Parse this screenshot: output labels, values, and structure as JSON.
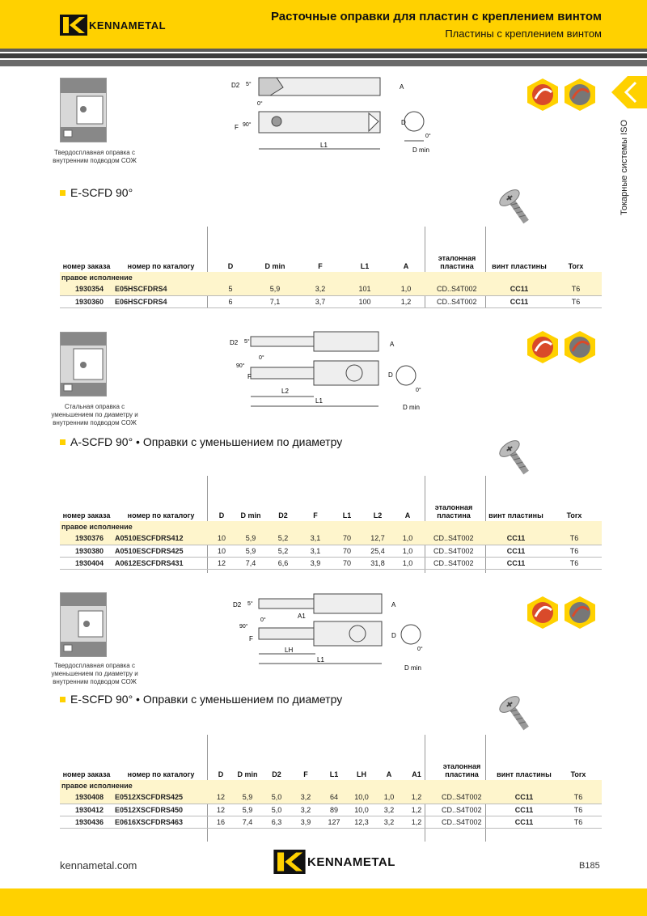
{
  "header": {
    "brand": "KENNAMETAL",
    "title": "Расточные оправки для пластин с креплением винтом",
    "subtitle": "Пластины с креплением винтом"
  },
  "side_label": "Токарные системы ISO",
  "colors": {
    "accent": "#FFD100",
    "highlight_row": "#FEF5CC"
  },
  "sections": [
    {
      "thumb_caption": "Твердосплавная оправка с внутренним подводом СОЖ",
      "title": "E-SCFD 90°",
      "drawing_labels": {
        "D2": "D2",
        "angle5": "5°",
        "A": "A",
        "F": "F",
        "angle90": "90°",
        "angle0": "0°",
        "L1": "L1",
        "D": "D",
        "Dmin": "D min",
        "angle0b": "0°"
      },
      "headers": [
        "номер заказа",
        "номер по каталогу",
        "D",
        "D min",
        "F",
        "L1",
        "A",
        "эталонная пластина",
        "винт пластины",
        "Torx"
      ],
      "group": "правое исполнение",
      "rows": [
        [
          "1930354",
          "E05HSCFDRS4",
          "5",
          "5,9",
          "3,2",
          "101",
          "1,0",
          "CD..S4T002",
          "CC11",
          "T6"
        ],
        [
          "1930360",
          "E06HSCFDRS4",
          "6",
          "7,1",
          "3,7",
          "100",
          "1,2",
          "CD..S4T002",
          "CC11",
          "T6"
        ]
      ]
    },
    {
      "thumb_caption": "Стальная оправка с уменьшением по диаметру и внутренним подводом СОЖ",
      "title": "A-SCFD 90° • Оправки с уменьшением по диаметру",
      "drawing_labels": {
        "D2": "D2",
        "angle5": "5°",
        "A": "A",
        "angle0": "0°",
        "angle90": "90°",
        "F": "F",
        "L2": "L2",
        "L1": "L1",
        "D": "D",
        "Dmin": "D min",
        "angle0b": "0°"
      },
      "headers": [
        "номер заказа",
        "номер по каталогу",
        "D",
        "D min",
        "D2",
        "F",
        "L1",
        "L2",
        "A",
        "эталонная пластина",
        "винт пластины",
        "Torx"
      ],
      "group": "правое исполнение",
      "rows": [
        [
          "1930376",
          "A0510ESCFDRS412",
          "10",
          "5,9",
          "5,2",
          "3,1",
          "70",
          "12,7",
          "1,0",
          "CD..S4T002",
          "CC11",
          "T6"
        ],
        [
          "1930380",
          "A0510ESCFDRS425",
          "10",
          "5,9",
          "5,2",
          "3,1",
          "70",
          "25,4",
          "1,0",
          "CD..S4T002",
          "CC11",
          "T6"
        ],
        [
          "1930404",
          "A0612ESCFDRS431",
          "12",
          "7,4",
          "6,6",
          "3,9",
          "70",
          "31,8",
          "1,0",
          "CD..S4T002",
          "CC11",
          "T6"
        ]
      ]
    },
    {
      "thumb_caption": "Твердосплавная оправка с уменьшением по диаметру и внутренним подводом СОЖ",
      "title": "E-SCFD 90° • Оправки с уменьшением по диаметру",
      "drawing_labels": {
        "D2": "D2",
        "angle5": "5°",
        "A1": "A1",
        "A": "A",
        "angle90": "90°",
        "angle0": "0°",
        "F": "F",
        "LH": "LH",
        "L1": "L1",
        "D": "D",
        "Dmin": "D min",
        "angle0b": "0°"
      },
      "headers": [
        "номер заказа",
        "номер по каталогу",
        "D",
        "D min",
        "D2",
        "F",
        "L1",
        "LH",
        "A",
        "A1",
        "эталонная пластина",
        "винт пластины",
        "Torx"
      ],
      "group": "правое исполнение",
      "rows": [
        [
          "1930408",
          "E0512XSCFDRS425",
          "12",
          "5,9",
          "5,0",
          "3,2",
          "64",
          "10,0",
          "1,0",
          "1,2",
          "CD..S4T002",
          "CC11",
          "T6"
        ],
        [
          "1930412",
          "E0512XSCFDRS450",
          "12",
          "5,9",
          "5,0",
          "3,2",
          "89",
          "10,0",
          "3,2",
          "1,2",
          "CD..S4T002",
          "CC11",
          "T6"
        ],
        [
          "1930436",
          "E0616XSCFDRS463",
          "16",
          "7,4",
          "6,3",
          "3,9",
          "127",
          "12,3",
          "3,2",
          "1,2",
          "CD..S4T002",
          "CC11",
          "T6"
        ]
      ]
    }
  ],
  "footer": {
    "url": "kennametal.com",
    "page": "B185",
    "brand": "KENNAMETAL"
  }
}
